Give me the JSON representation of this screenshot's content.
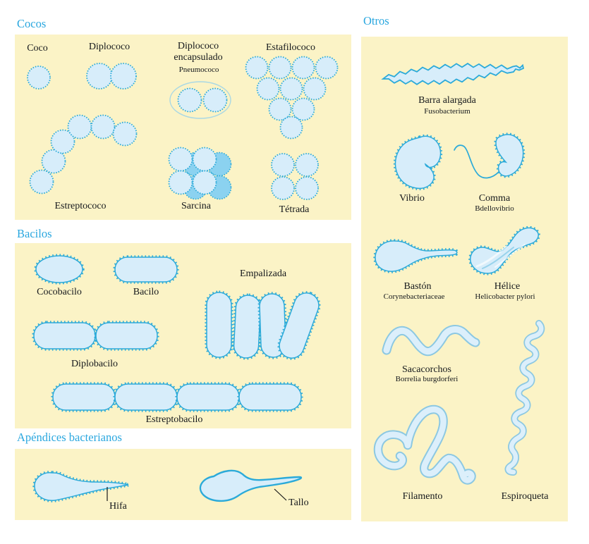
{
  "colors": {
    "panel_bg": "#FBF3C6",
    "header_text": "#2AA7DF",
    "cell_fill": "#D7EDFA",
    "cell_fill_dark": "#8BD2F0",
    "cell_stroke": "#2BAAD9",
    "band_outline": "#8CC8E2",
    "label_text": "#15181C"
  },
  "sections": {
    "cocos": {
      "title": "Cocos",
      "items": {
        "coco": "Coco",
        "diplococo": "Diplococo",
        "diplococo_encapsulado": "Diplococo encapsulado",
        "pneumococo": "Pneumococo",
        "estafilococo": "Estafilococo",
        "estreptococo": "Estreptococo",
        "sarcina": "Sarcina",
        "tetrada": "Tétrada"
      }
    },
    "bacilos": {
      "title": "Bacilos",
      "items": {
        "cocobacilo": "Cocobacilo",
        "bacilo": "Bacilo",
        "empalizada": "Empalizada",
        "diplobacilo": "Diplobacilo",
        "estreptobacilo": "Estreptobacilo"
      }
    },
    "apendices": {
      "title": "Apéndices bacterianos",
      "items": {
        "hifa": "Hifa",
        "tallo": "Tallo"
      }
    },
    "otros": {
      "title": "Otros",
      "items": {
        "barra_alargada": "Barra alargada",
        "fusobacterium": "Fusobacterium",
        "vibrio": "Vibrio",
        "comma": "Comma",
        "bdellovibrio": "Bdellovibrio",
        "baston": "Bastón",
        "corynebacteriaceae": "Corynebacteriaceae",
        "helice": "Hélice",
        "helicobacter": "Helicobacter pylori",
        "sacacorchos": "Sacacorchos",
        "borrelia": "Borrelia burgdorferi",
        "filamento": "Filamento",
        "espiroqueta": "Espiroqueta"
      }
    }
  }
}
